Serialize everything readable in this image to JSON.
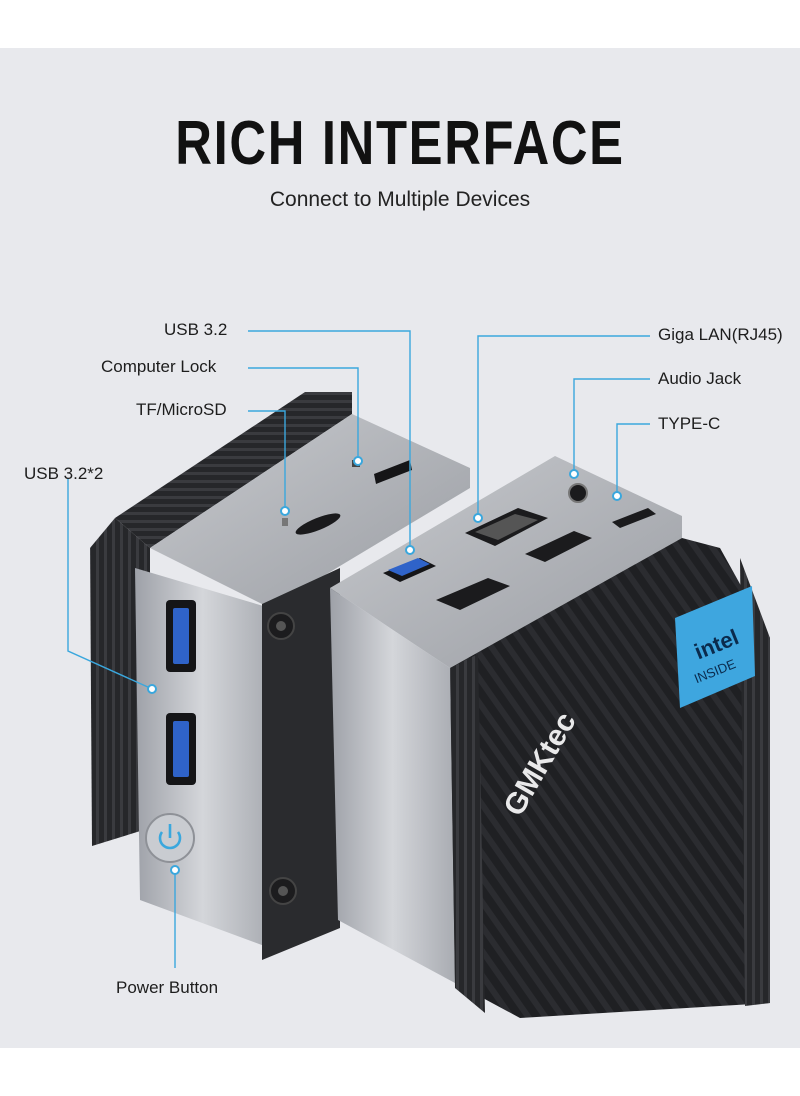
{
  "heading": {
    "title": "RICH INTERFACE",
    "subtitle": "Connect to Multiple Devices"
  },
  "callouts": {
    "usb32": "USB 3.2",
    "computer_lock": "Computer Lock",
    "tf_microsd": "TF/MicroSD",
    "usb32x2": "USB 3.2*2",
    "giga_lan": "Giga LAN(RJ45)",
    "audio_jack": "Audio Jack",
    "type_c": "TYPE-C",
    "power_button": "Power Button"
  },
  "device": {
    "brand": "GMKtec",
    "badge_line1": "intel",
    "badge_line2": "INSIDE"
  },
  "colors": {
    "accent": "#3aa7dd",
    "badge": "#3ea6df",
    "usb_blue": "#2f63c9",
    "body_black": "#222326",
    "aluminum": "#b9bcc2"
  },
  "icons": [
    "power-icon",
    "lock-icon",
    "sd-icon"
  ]
}
